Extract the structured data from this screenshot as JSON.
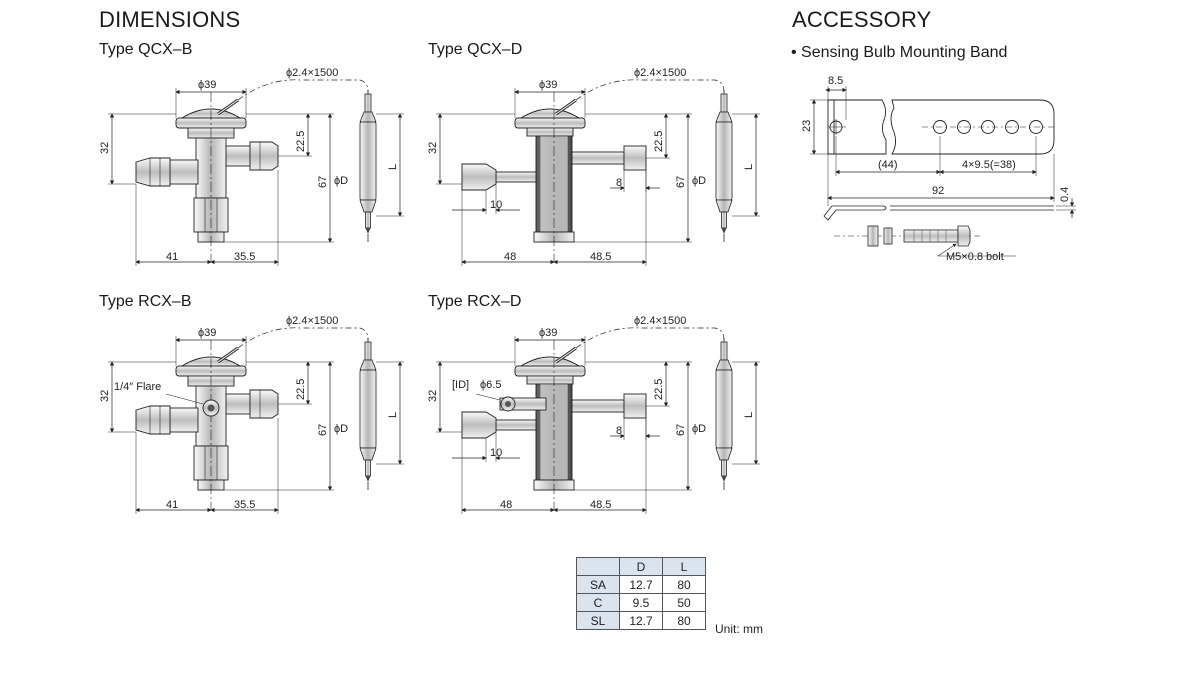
{
  "headings": {
    "dimensions": "DIMENSIONS",
    "accessory": "ACCESSORY",
    "accessory_item": "• Sensing Bulb Mounting Band"
  },
  "types": {
    "qcx_b": "Type QCX–B",
    "qcx_d": "Type QCX–D",
    "rcx_b": "Type RCX–B",
    "rcx_d": "Type RCX–D"
  },
  "dims": {
    "phi39": "ϕ39",
    "capillary": "ϕ2.4×1500",
    "d32": "32",
    "d22_5": "22.5",
    "d67": "67",
    "phiD": "ϕD",
    "L": "L",
    "d41": "41",
    "d35_5": "35.5",
    "d48": "48",
    "d48_5": "48.5",
    "d10": "10",
    "d8": "8",
    "flare": "1/4″ Flare",
    "id": "[ID]",
    "phi6_5": "ϕ6.5"
  },
  "accessory_dims": {
    "d8_5": "8.5",
    "d23": "23",
    "d44": "(44)",
    "pitch": "4×9.5(=38)",
    "d92": "92",
    "d0_4": "0.4",
    "bolt": "M5×0.8 bolt"
  },
  "table": {
    "headers": [
      "",
      "D",
      "L"
    ],
    "rows": [
      [
        "SA",
        "12.7",
        "80"
      ],
      [
        "C",
        "9.5",
        "50"
      ],
      [
        "SL",
        "12.7",
        "80"
      ]
    ],
    "unit": "Unit: mm"
  }
}
